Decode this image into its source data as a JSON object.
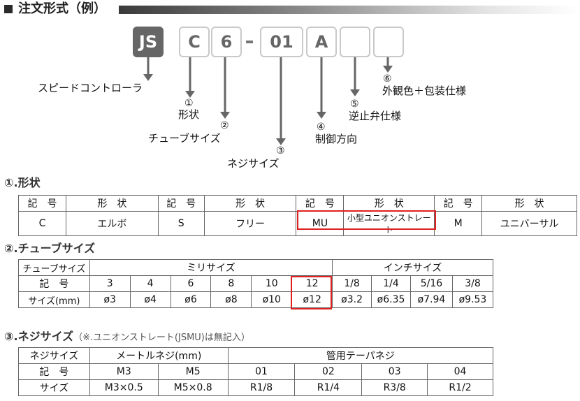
{
  "header": {
    "title": "注文形式（例）"
  },
  "code_boxes": [
    "JS",
    "C",
    "6",
    "01",
    "A",
    "",
    ""
  ],
  "dashes": [
    "-"
  ],
  "labels": {
    "speed": "スピードコントローラ",
    "shape_num": "①",
    "shape": "形状",
    "tube_num": "②",
    "tube": "チューブサイズ",
    "thread_num": "③",
    "thread": "ネジサイズ",
    "ctrl_num": "④",
    "ctrl": "制御方向",
    "check_num": "⑤",
    "check": "逆止弁仕様",
    "ext_num": "⑥",
    "ext": "外観色＋包装仕様"
  },
  "section1": {
    "title": "①.形状",
    "headers": [
      "記　号",
      "形　状",
      "記　号",
      "形　状",
      "記　号",
      "形　状",
      "記　号",
      "形　状"
    ],
    "row": [
      "C",
      "エルボ",
      "S",
      "フリー",
      "MU",
      "小型ユニオンストレート",
      "M",
      "ユニバーサル"
    ]
  },
  "section2": {
    "title": "②.チューブサイズ",
    "corner": "チューブサイズ",
    "group_mm": "ミリサイズ",
    "group_inch": "インチサイズ",
    "row_code_label": "記　号",
    "codes": [
      "3",
      "4",
      "6",
      "8",
      "10",
      "12",
      "1/8",
      "1/4",
      "5/16",
      "3/8"
    ],
    "row_size_label": "サイズ(mm)",
    "sizes": [
      "ø3",
      "ø4",
      "ø6",
      "ø8",
      "ø10",
      "ø12",
      "ø3.2",
      "ø6.35",
      "ø7.94",
      "ø9.53"
    ]
  },
  "section3": {
    "title": "③.ネジサイズ",
    "note": "（※.ユニオンストレート(JSMU)は無記入）",
    "corner": "ネジサイズ",
    "group_metric": "メートルネジ(mm)",
    "group_taper": "管用テーパネジ",
    "row_code_label": "記　号",
    "codes": [
      "M3",
      "M5",
      "01",
      "02",
      "03",
      "04"
    ],
    "row_size_label": "サイズ",
    "sizes": [
      "M3×0.5",
      "M5×0.8",
      "R1/8",
      "R1/4",
      "R3/8",
      "R1/2"
    ]
  }
}
